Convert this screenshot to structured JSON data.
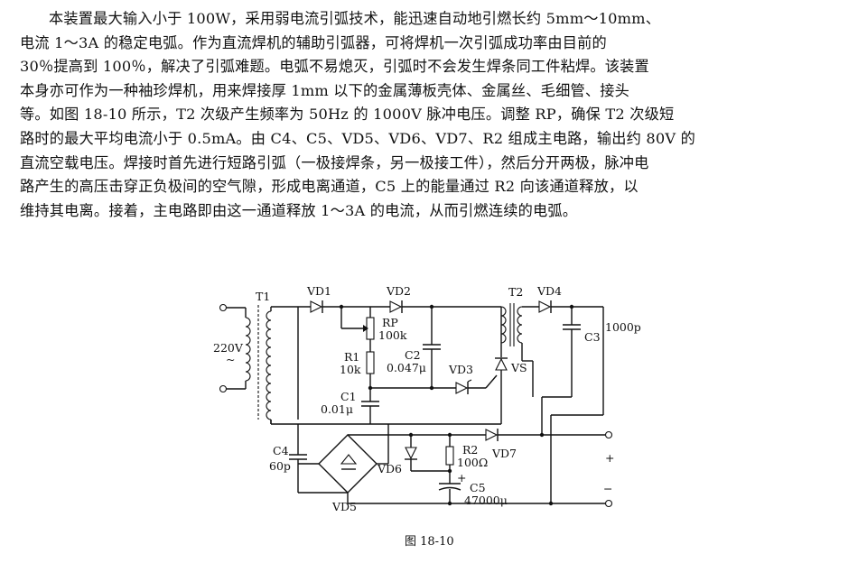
{
  "paragraph_lines": [
    "本装置最大输入小于 100W，采用弱电流引弧技术，能迅速自动地引燃长约 5mm～10mm、",
    "电流 1～3A 的稳定电弧。作为直流焊机的辅助引弧器，可将焊机一次引弧成功率由目前的",
    "30％提高到 100％，解决了引弧难题。电弧不易熄灭，引弧时不会发生焊条同工件粘焊。该装置",
    "本身亦可作为一种袖珍焊机，用来焊接厚 1mm 以下的金属薄板壳体、金属丝、毛细管、接头",
    "等。如图 18-10 所示，T2 次级产生频率为 50Hz 的 1000V 脉冲电压。调整 RP，确保 T2 次级短",
    "路时的最大平均电流小于 0.5mA。由 C4、C5、VD5、VD6、VD7、R2 组成主电路，输出约 80V 的",
    "直流空载电压。焊接时首先进行短路引弧（一极接焊条，另一极接工件），然后分开两极，脉冲电",
    "路产生的高压击穿正负极间的空气隙，形成电离通道，C5 上的能量通过 R2 向该通道释放，以",
    "维持其电离。接着，主电路即由这一通道释放 1～3A 的电流，从而引燃连续的电弧。"
  ],
  "figure": {
    "caption": "图 18-10",
    "labels": {
      "t1": "T1",
      "input": "220V",
      "vd1": "VD1",
      "vd2": "VD2",
      "rp": "RP",
      "rp_val": "100k",
      "r1": "R1",
      "r1_val": "10k",
      "c2": "C2",
      "c2_val": "0.047μ",
      "vd3": "VD3",
      "vs": "VS",
      "c1": "C1",
      "c1_val": "0.01μ",
      "t2": "T2",
      "vd4": "VD4",
      "c3": "C3",
      "c3_val": "1000p",
      "c4": "C4",
      "c4_val": "60p",
      "vd5": "VD5",
      "vd6": "VD6",
      "r2": "R2",
      "r2_val": "100Ω",
      "vd7": "VD7",
      "c5": "C5",
      "c5_val": "47000μ",
      "c5_pol": "+",
      "out_plus": "+",
      "out_minus": "−"
    }
  }
}
